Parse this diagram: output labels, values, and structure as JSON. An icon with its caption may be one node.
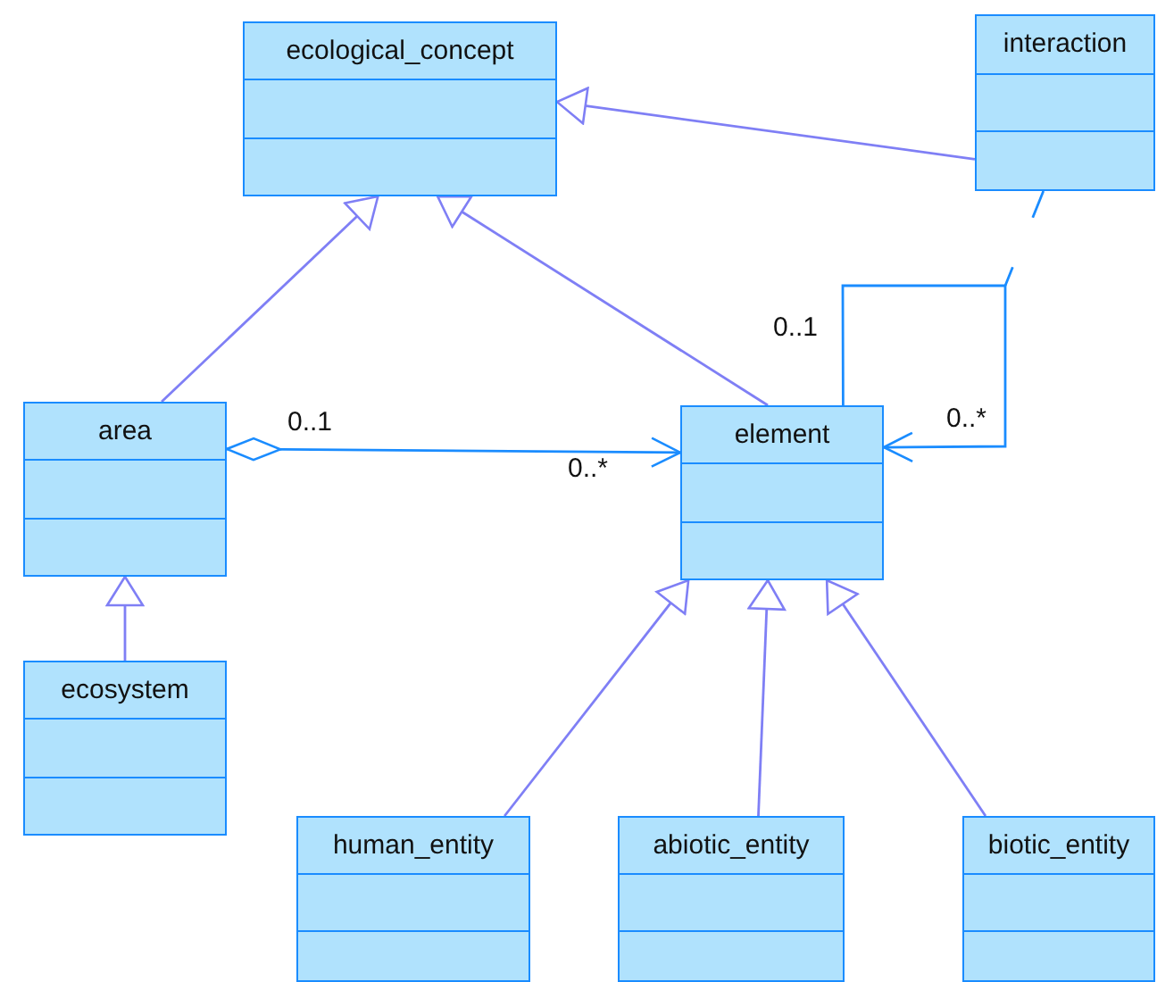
{
  "diagram": {
    "nodes": [
      {
        "text": [
          "ecological_concept"
        ]
      },
      {
        "text": [
          "interaction"
        ]
      },
      {
        "text": [
          "area"
        ]
      },
      {
        "text": [
          "element"
        ]
      },
      {
        "text": [
          "ecosystem"
        ]
      },
      {
        "text": [
          "human_entity"
        ]
      },
      {
        "text": [
          "abiotic_entity"
        ]
      },
      {
        "text": [
          "biotic_entity"
        ]
      }
    ],
    "edges": [
      {
        "from": 2,
        "to": 0,
        "arrow": "to"
      },
      {
        "from": 3,
        "to": 0,
        "arrow": "to"
      },
      {
        "from": 1,
        "to": 0,
        "arrow": "to"
      },
      {
        "from": 4,
        "to": 2,
        "arrow": "to"
      },
      {
        "from": 5,
        "to": 3,
        "arrow": "to"
      },
      {
        "from": 6,
        "to": 3,
        "arrow": "to"
      },
      {
        "from": 7,
        "to": 3,
        "arrow": "to"
      },
      {
        "from": 2,
        "to": 3,
        "arrow": "to",
        "color": "#1a8cff"
      },
      {
        "from": 3,
        "to": 3,
        "arrow": "to",
        "color": "#1a8cff"
      },
      {
        "from": 1,
        "to": null,
        "arrow": "none",
        "style": "dashed",
        "color": "#1a8cff"
      }
    ],
    "labels": [
      "0..1",
      "0..1",
      "0..*",
      "0..*"
    ]
  }
}
